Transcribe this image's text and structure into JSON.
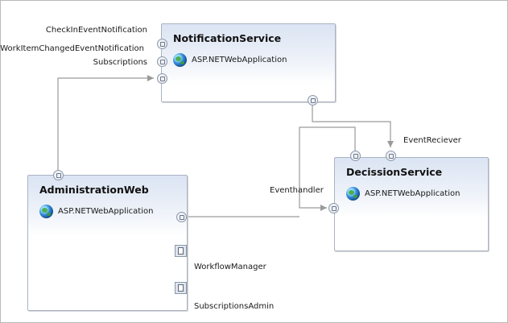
{
  "components": {
    "notification": {
      "title": "NotificationService",
      "type": "ASP.NETWebApplication"
    },
    "administration": {
      "title": "AdministrationWeb",
      "type": "ASP.NETWebApplication"
    },
    "decission": {
      "title": "DecissionService",
      "type": "ASP.NETWebApplication"
    }
  },
  "endpoints": {
    "checkin": "CheckInEventNotification",
    "workitem": "WorkItemChangedEventNotification",
    "subscriptions": "Subscriptions",
    "event_reciever": "EventReciever",
    "event_handler": "Eventhandler",
    "workflow_manager": "WorkflowManager",
    "subscriptions_admin": "SubscriptionsAdmin"
  },
  "icons": {
    "application": "web-application-globe-icon",
    "provider_endpoint": "web-service-endpoint-icon",
    "consumer_endpoint": "web-reference-icon",
    "database_endpoint": "file-endpoint-icon"
  },
  "colors": {
    "box_header": "#dbe4f3",
    "box_border": "#a9b3c2",
    "connector": "#9a9a9a"
  }
}
